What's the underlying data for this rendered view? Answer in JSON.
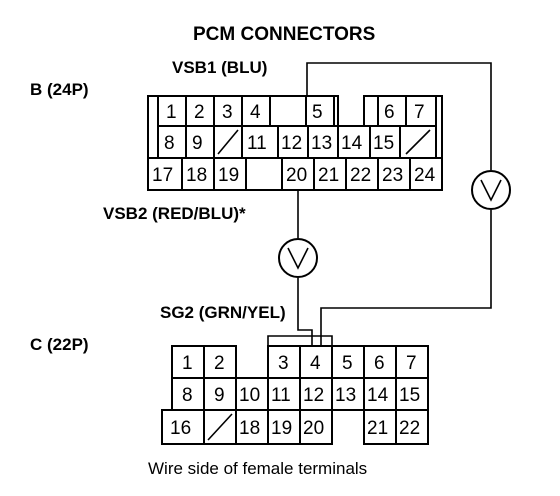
{
  "title": "PCM CONNECTORS",
  "connector_b": {
    "label": "B (24P)",
    "rows": [
      [
        "1",
        "2",
        "3",
        "4",
        "5",
        "",
        "6",
        "7"
      ],
      [
        "8",
        "9",
        "/",
        "11",
        "12",
        "13",
        "14",
        "15",
        "/"
      ],
      [
        "17",
        "18",
        "19",
        "",
        "20",
        "21",
        "22",
        "23",
        "24"
      ]
    ]
  },
  "connector_c": {
    "label": "C (22P)",
    "rows": [
      [
        "1",
        "2",
        "",
        "3",
        "4",
        "5",
        "6",
        "7"
      ],
      [
        "8",
        "9",
        "10",
        "11",
        "12",
        "13",
        "14",
        "15"
      ],
      [
        "16",
        "/",
        "18",
        "19",
        "20",
        "",
        "21",
        "22"
      ]
    ]
  },
  "labels": {
    "vsb1": "VSB1 (BLU)",
    "vsb2": "VSB2 (RED/BLU)*",
    "sg2": "SG2 (GRN/YEL)"
  },
  "meter_symbol": "V",
  "caption": "Wire side of female terminals"
}
